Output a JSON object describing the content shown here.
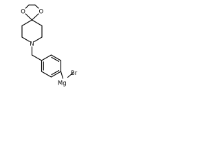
{
  "structure": {
    "atoms": {
      "o1": "O",
      "o2": "O",
      "n": "N",
      "mg": "Mg",
      "br": "Br"
    }
  }
}
